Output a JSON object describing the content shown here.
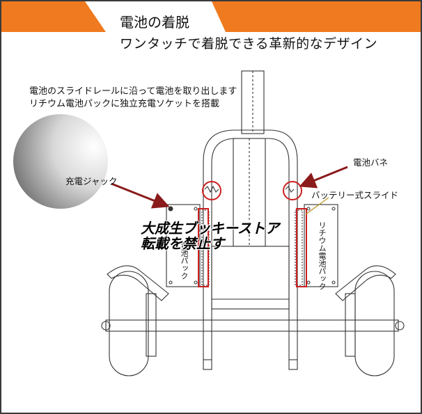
{
  "header": {
    "title": "電池の着脱",
    "subtitle": "ワンタッチで着脱できる革新的なデザイン"
  },
  "description": {
    "line1": "電池のスライドレールに沿って電池を取り出します",
    "line2": "リチウム電池パックに独立充電ソケットを搭載"
  },
  "callouts": {
    "charging_jack": "充電ジャック",
    "battery_spring": "電池バネ",
    "battery_slide": "バッテリー式スライド"
  },
  "battery_labels": {
    "left": "電池パック",
    "right": "リチウム電池パック"
  },
  "watermark": {
    "line1": "大成生ブッキーストア",
    "line2": "転載を禁止す"
  },
  "colors": {
    "banner": "#ef7a1f",
    "arrow": "#8b1a1a",
    "highlight": "#cc1f1f"
  }
}
